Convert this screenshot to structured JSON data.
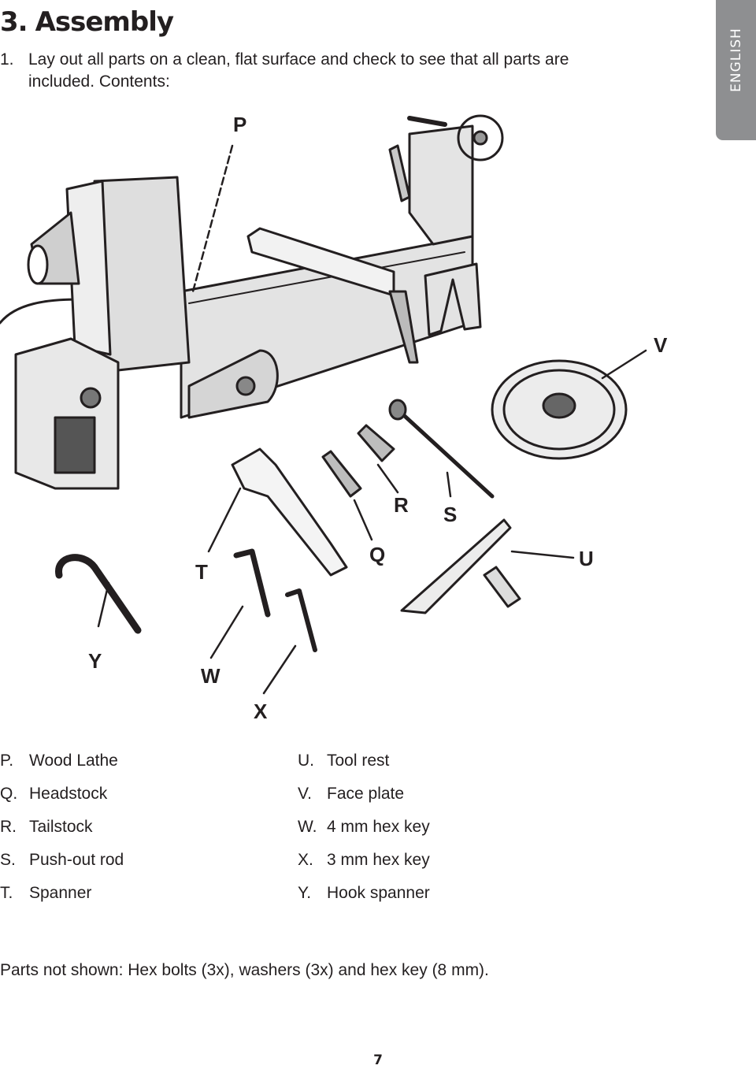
{
  "section": {
    "number": "3.",
    "title": "Assembly"
  },
  "language_tab": "ENGLISH",
  "step": {
    "number": "1.",
    "line1": "Lay out all parts on a clean, flat surface and check to see that all parts are",
    "line2": "included. Contents:"
  },
  "callouts": [
    "P",
    "Q",
    "R",
    "S",
    "T",
    "U",
    "V",
    "W",
    "X",
    "Y"
  ],
  "parts_left": [
    {
      "letter": "P.",
      "name": "Wood Lathe"
    },
    {
      "letter": "Q.",
      "name": "Headstock"
    },
    {
      "letter": "R.",
      "name": "Tailstock"
    },
    {
      "letter": "S.",
      "name": "Push-out rod"
    },
    {
      "letter": "T.",
      "name": "Spanner"
    }
  ],
  "parts_right": [
    {
      "letter": "U.",
      "name": "Tool rest"
    },
    {
      "letter": "V.",
      "name": "Face plate"
    },
    {
      "letter": "W.",
      "name": "4 mm hex key"
    },
    {
      "letter": "X.",
      "name": "3 mm hex key"
    },
    {
      "letter": "Y.",
      "name": "Hook spanner"
    }
  ],
  "note": "Parts not shown: Hex bolts (3x), washers (3x) and hex key (8 mm).",
  "page_number": "7"
}
